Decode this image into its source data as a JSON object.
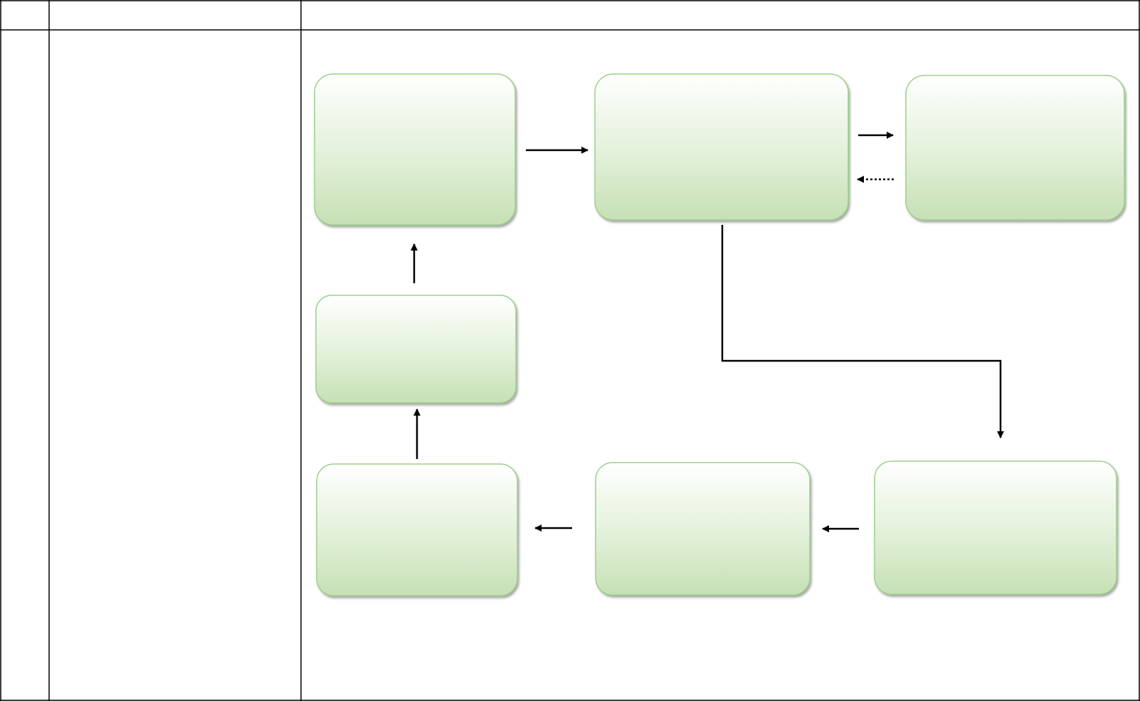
{
  "table": {
    "header": {
      "col1": "",
      "col2": "",
      "col3": ""
    },
    "row1": {
      "col1": "",
      "col2": ""
    }
  },
  "diagram": {
    "box_fill_top": "#ffffff",
    "box_fill_bottom": "#c6e0b4",
    "box_border": "#9bd18a",
    "box_shadow": "#a3a3a3",
    "arrow_color": "#000000",
    "steps": [
      {
        "id": "step-1",
        "label": ""
      },
      {
        "id": "step-2",
        "label": ""
      },
      {
        "id": "step-3",
        "label": ""
      },
      {
        "id": "step-4",
        "label": ""
      },
      {
        "id": "step-5",
        "label": ""
      },
      {
        "id": "step-6",
        "label": ""
      },
      {
        "id": "step-7",
        "label": ""
      }
    ]
  }
}
